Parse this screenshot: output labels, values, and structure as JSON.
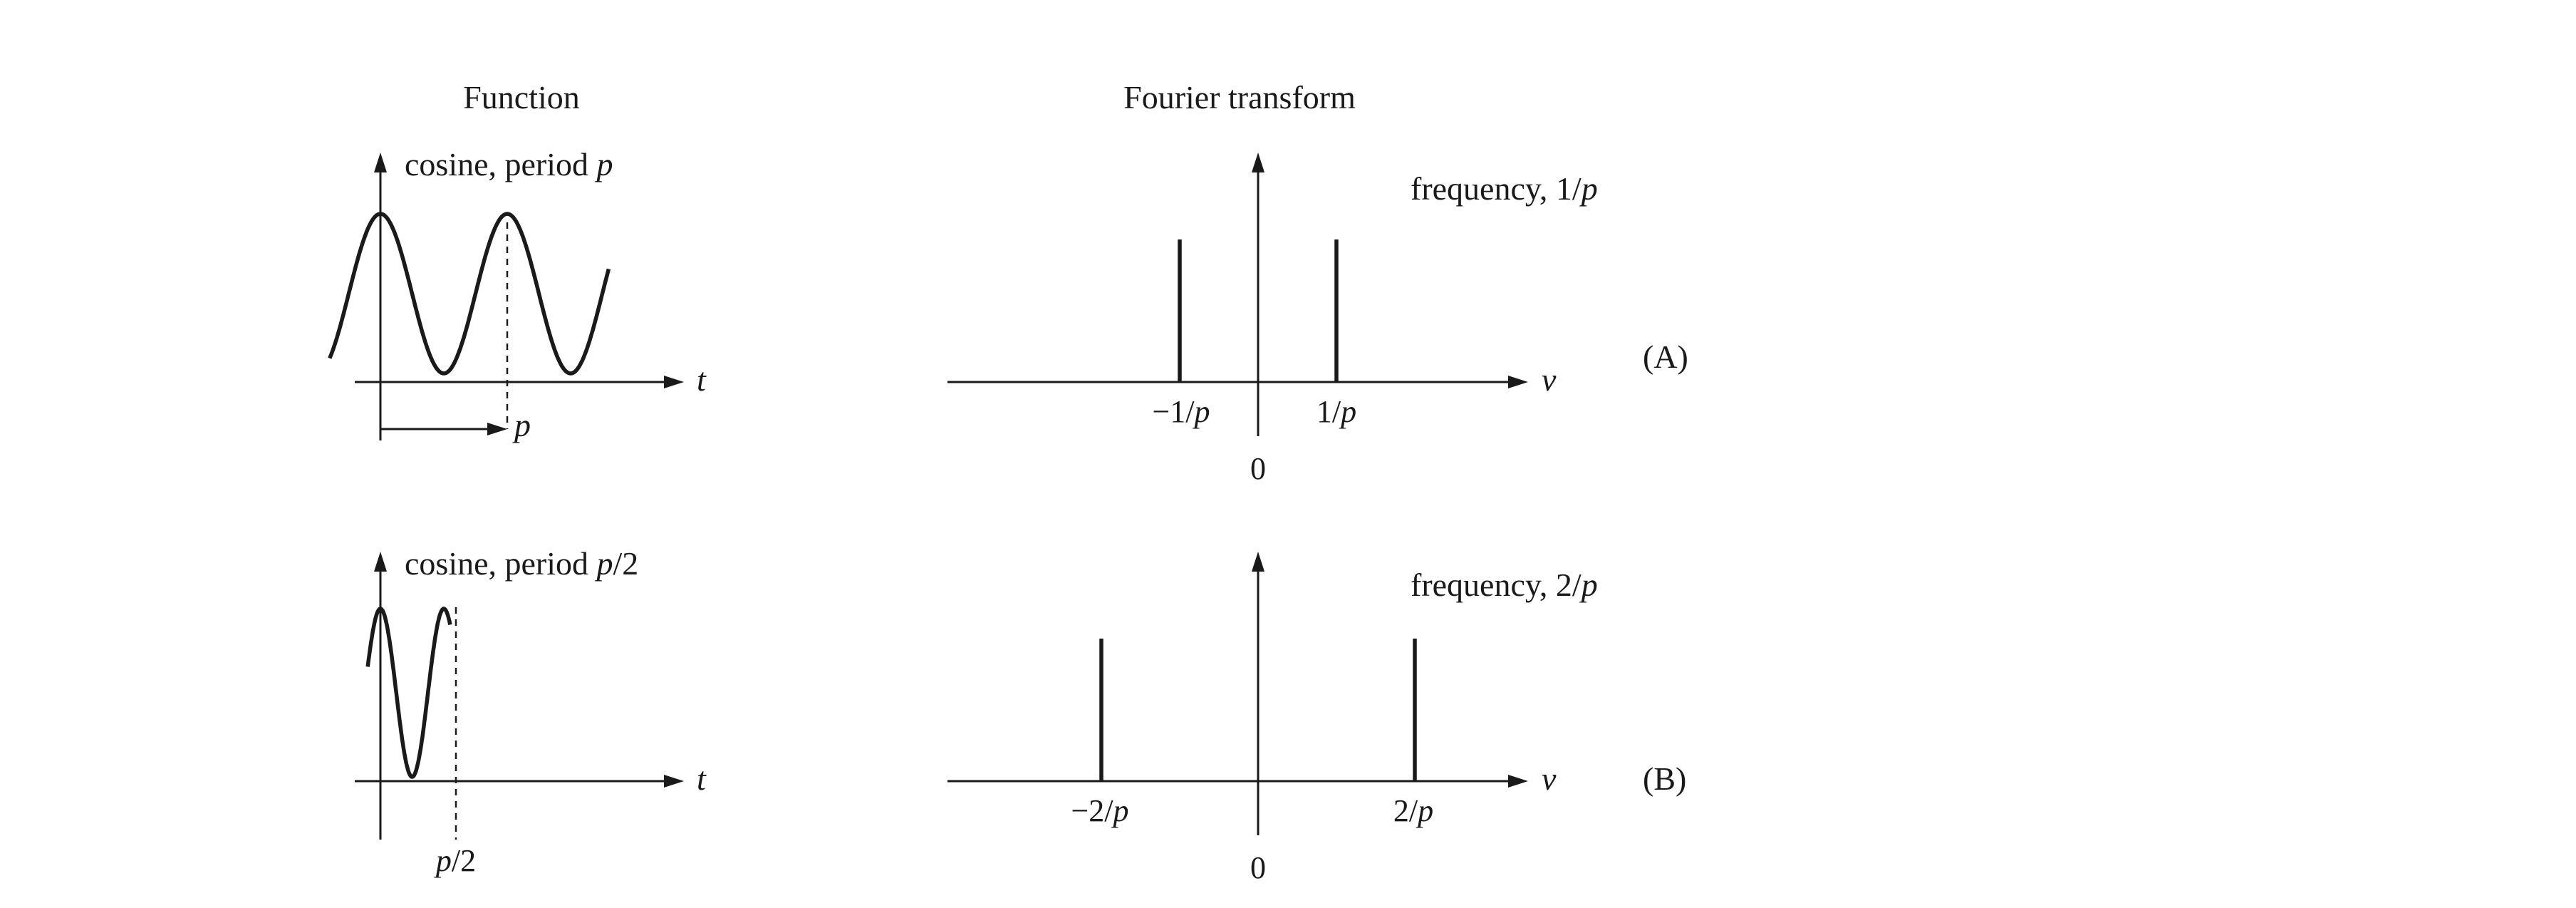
{
  "headers": {
    "function": "Function",
    "transform": "Fourier transform"
  },
  "rows": [
    {
      "id": "A",
      "tag": "(A)",
      "signal_label_text": "cosine, period ",
      "signal_label_var": "p",
      "time_axis": "t",
      "time_marker": "p",
      "freq_label_text": "frequency, 1/",
      "freq_label_var": "p",
      "freq_axis": "ν",
      "neg_tick": "−1/",
      "neg_tick_var": "p",
      "pos_tick": "1/",
      "pos_tick_var": "p",
      "origin": "0",
      "period": 1,
      "spike_positions": [
        -1,
        1
      ],
      "spike_amplitude": 1
    },
    {
      "id": "B",
      "tag": "(B)",
      "signal_label_text": "cosine, period ",
      "signal_label_var": "p",
      "signal_label_suffix": "/2",
      "time_axis": "t",
      "time_marker": "p",
      "time_marker_suffix": "/2",
      "freq_label_text": "frequency, 2/",
      "freq_label_var": "p",
      "freq_axis": "ν",
      "neg_tick": "−2/",
      "neg_tick_var": "p",
      "pos_tick": "2/",
      "pos_tick_var": "p",
      "origin": "0",
      "period": 0.5,
      "spike_positions": [
        -2,
        2
      ],
      "spike_amplitude": 1
    }
  ]
}
